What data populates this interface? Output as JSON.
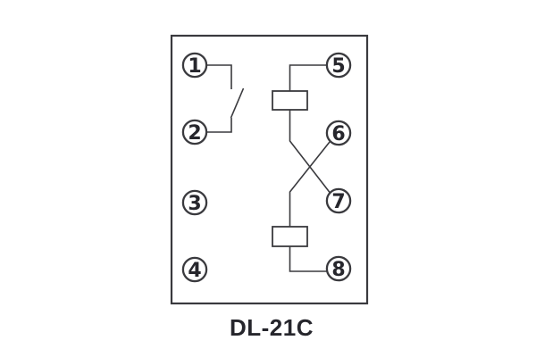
{
  "diagram": {
    "title": "DL-21C",
    "terminals": [
      "1",
      "2",
      "3",
      "4",
      "5",
      "6",
      "7",
      "8"
    ],
    "symbols": {
      "switch": "normally-open-contact",
      "upper_coil": "coil-winding",
      "lower_coil": "coil-winding",
      "crossover": "crossed-wires-6-7"
    },
    "colors": {
      "line": "#3a3a3e",
      "text": "#26262c",
      "background": "#ffffff"
    }
  }
}
